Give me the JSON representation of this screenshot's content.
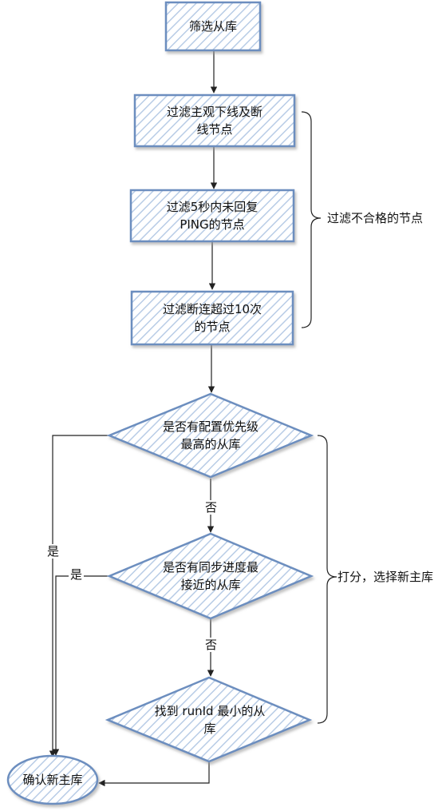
{
  "nodes": {
    "select_replica": "筛选从库",
    "filter_offline": "过滤主观下线及断\n线节点",
    "filter_ping": "过滤5秒内未回复\nPING的节点",
    "filter_disconnect": "过滤断连超过10次\n的节点",
    "decision_priority": "是否有配置优先级\n最高的从库",
    "decision_sync": "是否有同步进度最\n接近的从库",
    "decision_runid": "找到 runId 最小的从\n库",
    "confirm_master": "确认新主库"
  },
  "edge_labels": {
    "priority_no": "否",
    "sync_no": "否",
    "priority_yes": "是",
    "sync_yes": "是"
  },
  "groups": {
    "filter_group": "过滤不合格的节点",
    "score_group": "打分，选择新主库"
  },
  "colors": {
    "stroke": "#6c8ebf",
    "hatch": "#b8cce6",
    "line": "#222222"
  }
}
